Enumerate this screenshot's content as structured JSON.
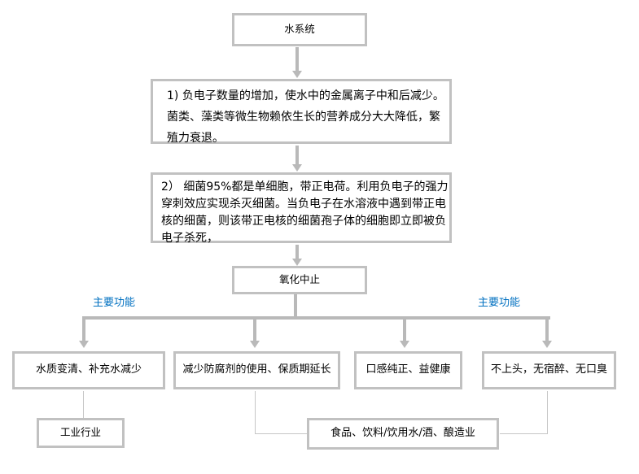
{
  "colors": {
    "box_border": "#c1c1c1",
    "arrow_gray": "#b9b9b9",
    "thin_connector": "#c6c6c6",
    "function_label_blue": "#0070c0",
    "text": "#000000",
    "background": "#ffffff"
  },
  "nodes": {
    "root": "水系统",
    "step1": {
      "lines": [
        "1) 负电子数量的增加，使水中的金属离子中和后减少。",
        "菌类、藻类等微生物赖依生长的营养成分大大降低，繁",
        "殖力衰退。"
      ]
    },
    "step2": {
      "lines": [
        "2） 细菌95%都是单细胞，带正电荷。利用负电子的强力",
        "穿刺效应实现杀灭细菌。当负电子在水溶液中遇到带正电",
        "核的细菌，则该带正电核的细菌孢子体的细胞即立即被负",
        "电子杀死，"
      ]
    },
    "oxidation": "氧化中止",
    "benefit1": "水质变清、补充水减少",
    "benefit2": "减少防腐剂的使用、保质期延长",
    "benefit3": "口感纯正、益健康",
    "benefit4": "不上头，无宿醉、无口臭",
    "industry1": "工业行业",
    "industry2": "食品、饮料/饮用水/酒、酿造业"
  },
  "labels": {
    "function_left": "主要功能",
    "function_right": "主要功能"
  }
}
